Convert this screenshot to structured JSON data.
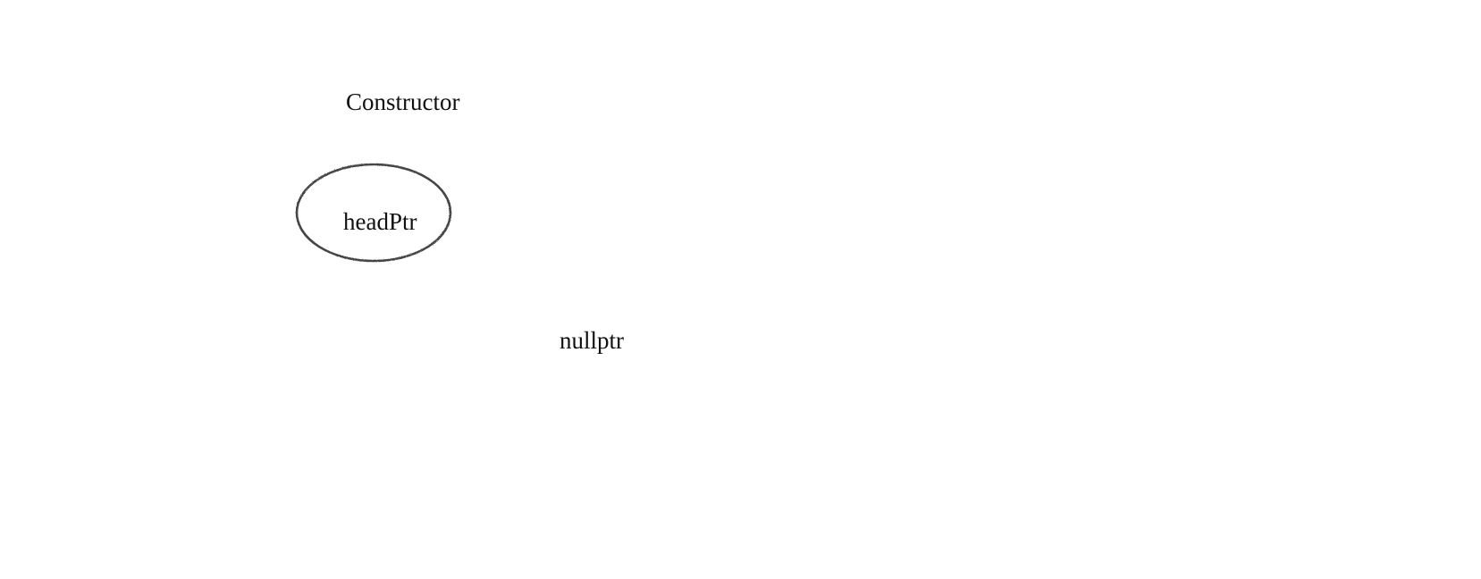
{
  "title": "Constructor",
  "nodes": {
    "head": {
      "label": "headPtr"
    },
    "null": {
      "label": "nullptr"
    }
  },
  "colors": {
    "ink": "#444444",
    "text": "#111111",
    "background": "#ffffff"
  }
}
